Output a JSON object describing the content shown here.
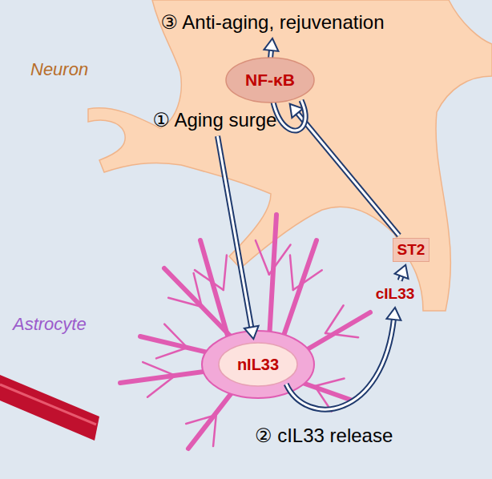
{
  "diagram": {
    "nodes": [
      {
        "text": [
          "③ Anti-aging, rejuvenation"
        ]
      },
      {
        "text": [
          "NF-κB"
        ]
      },
      {
        "text": [
          "① Aging surge"
        ]
      },
      {
        "text": [
          "ST2"
        ]
      },
      {
        "text": [
          "cIL33"
        ]
      },
      {
        "text": [
          "nIL33"
        ]
      }
    ],
    "edges": [
      {
        "from": 2,
        "to": 5,
        "arrow": "to"
      },
      {
        "from": 5,
        "to": 4,
        "arrow": "to"
      },
      {
        "from": 4,
        "to": 3,
        "arrow": "to"
      },
      {
        "from": 3,
        "to": 1,
        "arrow": "to"
      },
      {
        "from": 1,
        "to": 0,
        "arrow": "to"
      }
    ],
    "labels": [
      "Neuron",
      "Astrocyte",
      "② cIL33 release"
    ]
  }
}
